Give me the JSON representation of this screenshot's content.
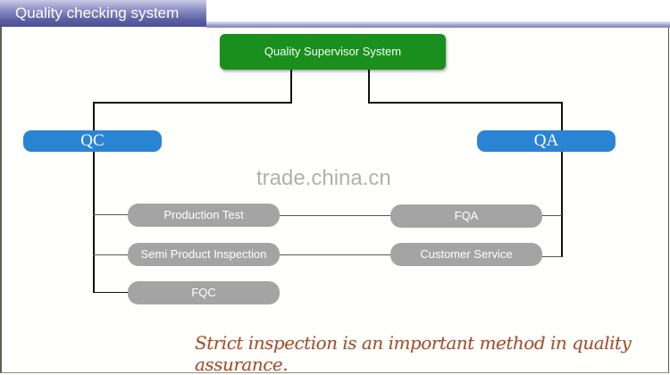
{
  "header": {
    "title": "Quality checking system"
  },
  "diagram": {
    "root": {
      "label": "Quality Supervisor System",
      "color": "#1a8f1d"
    },
    "branches": [
      {
        "label": "QC",
        "color": "#2a84d4"
      },
      {
        "label": "QA",
        "color": "#2a84d4"
      }
    ],
    "qc_items": [
      {
        "label": "Production Test"
      },
      {
        "label": "Semi Product Inspection"
      },
      {
        "label": "FQC"
      }
    ],
    "qa_items": [
      {
        "label": "FQA"
      },
      {
        "label": "Customer Service"
      }
    ]
  },
  "watermark": "trade.china.cn",
  "tagline": "Strict inspection is an important method in quality assurance."
}
